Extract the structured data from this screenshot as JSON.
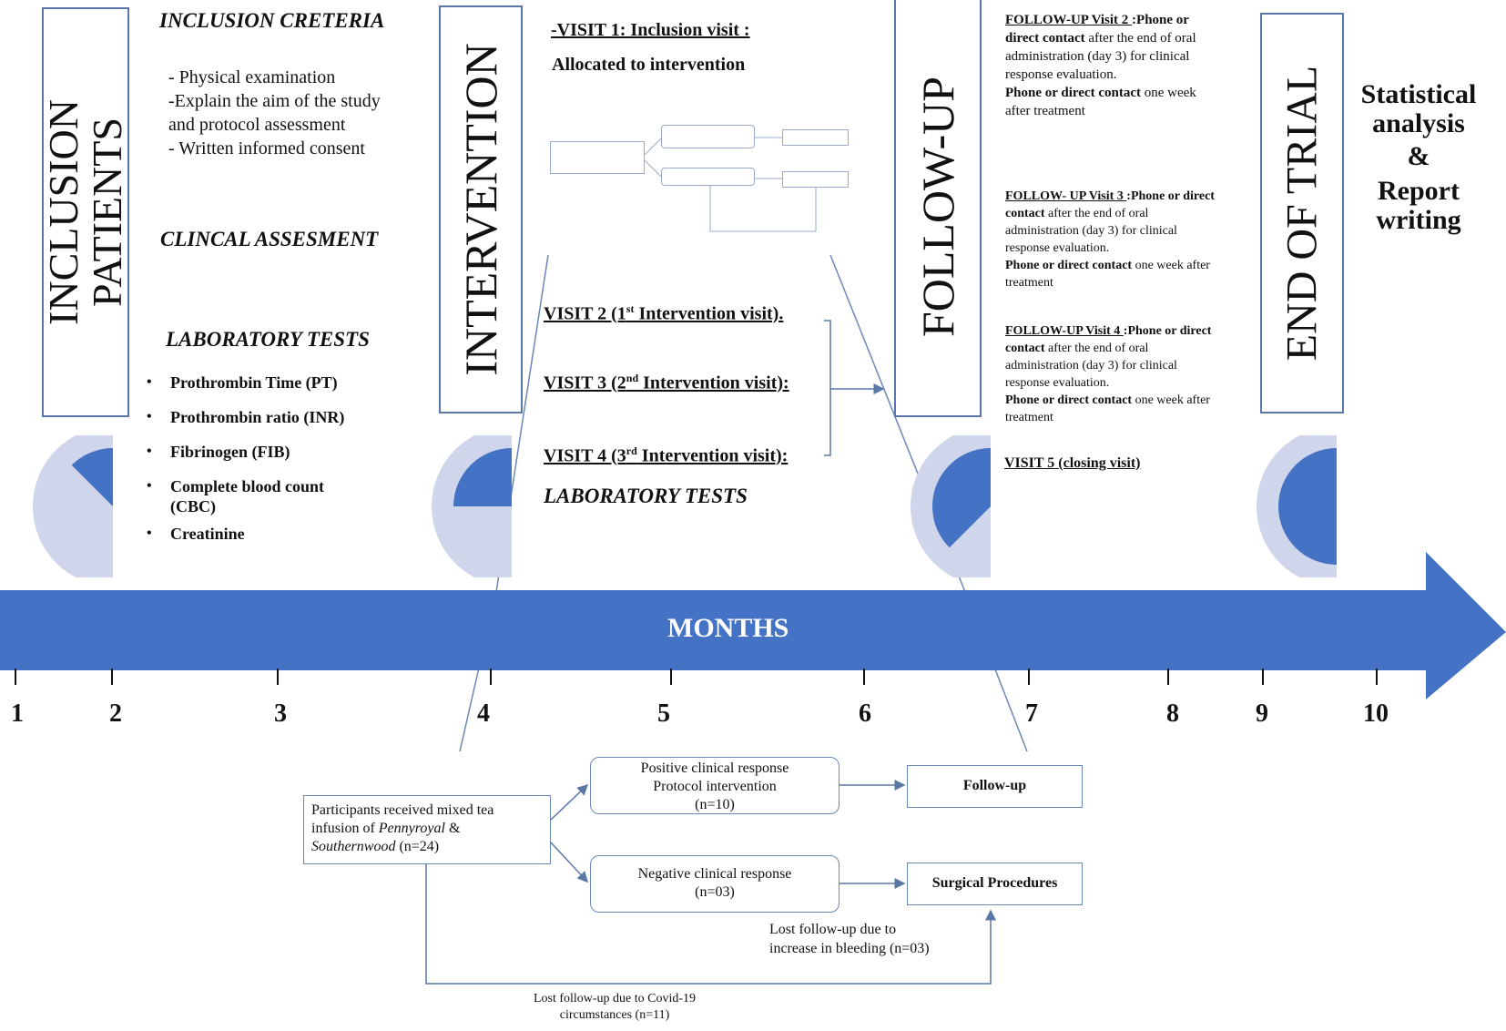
{
  "phases": {
    "inclusion": "INCLUSION\nPATIENTS",
    "inclusion_l1": "INCLUSION",
    "inclusion_l2": "PATIENTS",
    "intervention": "INTERVENTION",
    "followup": "FOLLOW-UP",
    "end": "END OF TRIAL"
  },
  "inclusion_col": {
    "criteria_title": "INCLUSION CRETERIA",
    "criteria_items": [
      "- Physical examination",
      "-Explain the aim of the study",
      "and  protocol assessment",
      "- Written informed consent"
    ],
    "clinical_title": "CLINCAL ASSESMENT",
    "lab_title": "LABORATORY TESTS",
    "lab_items": [
      "Prothrombin Time (PT)",
      "Prothrombin ratio (INR)",
      "Fibrinogen (FIB)",
      "Complete blood count (CBC)",
      "Creatinine"
    ]
  },
  "intervention_col": {
    "visit1": "-VISIT 1: Inclusion visit :",
    "allocated": "Allocated to intervention",
    "visit2_pre": "VISIT 2 (1",
    "visit2_sup": "st",
    "visit2_post": " Intervention visit).",
    "visit3_pre": "VISIT 3 (2",
    "visit3_sup": "nd",
    "visit3_post": " Intervention visit):",
    "visit4_pre": "VISIT 4 (3",
    "visit4_sup": "rd",
    "visit4_post": " Intervention visit):",
    "lab_title": "LABORATORY TESTS"
  },
  "followup_col": {
    "v2_head": "FOLLOW-UP Visit  2  ",
    "v2_a": ":Phone or direct contact",
    "v2_b": " after the end of oral administration (day 3) for clinical response evaluation.",
    "v2_c": "Phone or direct contact",
    "v2_d": " one week after treatment",
    "v3_head": "FOLLOW- UP Visit 3 ",
    "v3_a": " :Phone or direct contact",
    "v3_b": " after the end of oral administration (day 3) for clinical response evaluation.",
    "v3_c": "Phone or direct contact",
    "v3_d": " one week after treatment",
    "v4_head": "FOLLOW-UP Visit 4 ",
    "v4_a": " :Phone or direct contact",
    "v4_b": " after the end of oral administration (day 3) for clinical response evaluation.",
    "v4_c": "Phone or direct contact",
    "v4_d": " one week after treatment",
    "v5": "VISIT 5 (closing visit)"
  },
  "end_col": {
    "l1": "Statistical",
    "l2": "analysis",
    "l3": "&",
    "l4": "Report",
    "l5": "writing"
  },
  "timeline": {
    "label": "MONTHS",
    "ticks": [
      "1",
      "2",
      "3",
      "4",
      "5",
      "6",
      "7",
      "8",
      "9",
      "10"
    ]
  },
  "progress": [
    {
      "phase": "inclusion",
      "fraction": 0.125
    },
    {
      "phase": "intervention",
      "fraction": 0.25
    },
    {
      "phase": "followup",
      "fraction": 0.375
    },
    {
      "phase": "end",
      "fraction": 0.5
    }
  ],
  "flow": {
    "participants_l1": "Participants received mixed tea",
    "participants_l2": "infusion of ",
    "participants_it1": "Pennyroyal",
    "participants_l3": " &",
    "participants_it2": "Southernwood",
    "participants_l4": " (n=24)",
    "positive_l1": "Positive clinical response",
    "positive_l2": "Protocol intervention",
    "positive_l3": "(n=10)",
    "negative_l1": "Negative clinical response",
    "negative_l2": "(n=03)",
    "followup": "Follow-up",
    "surgical": "Surgical Procedures",
    "lost_bleeding_l1": "Lost follow-up due to",
    "lost_bleeding_l2": "increase in bleeding (n=03)",
    "lost_covid_l1": "Lost follow-up due to Covid-19",
    "lost_covid_l2": "circumstances (n=11)"
  },
  "colors": {
    "primary_blue": "#4472c4",
    "light_blue": "#cfd5ea",
    "border": "#5a77a8"
  }
}
